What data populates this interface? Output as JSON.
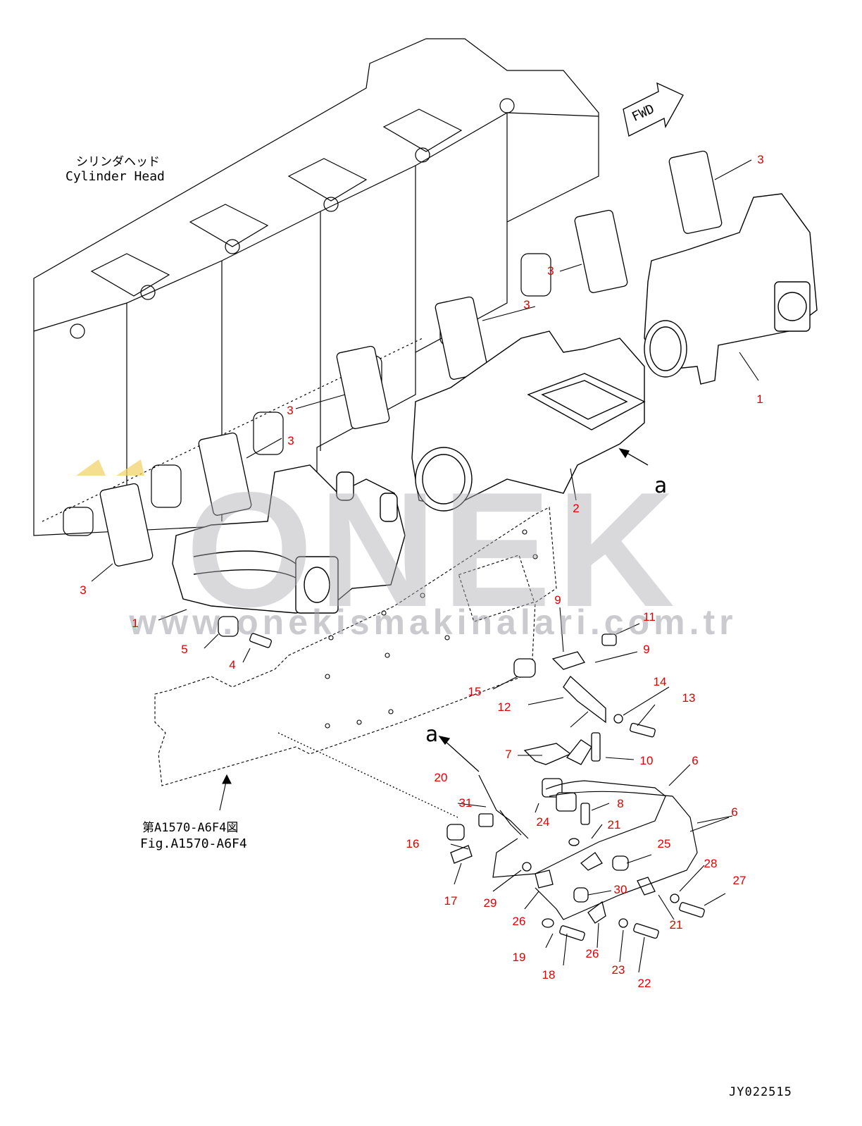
{
  "labels": {
    "cylinder_head_jp": "シリンダヘッド",
    "cylinder_head_en": "Cylinder Head",
    "fwd": "FWD",
    "ref_jp": "第A1570-A6F4図",
    "ref_en": "Fig.A1570-A6F4",
    "detail_a_top": "a",
    "detail_a_bottom": "a",
    "drawing_code": "JY022515"
  },
  "watermark": {
    "brand": "ONEK",
    "url": "www.onekismakinalari.com.tr",
    "color": "#a8a8b0",
    "accent": "#f3d36b"
  },
  "callout_color": "#e00000",
  "callouts": [
    "3",
    "3",
    "3",
    "3",
    "3",
    "3",
    "1",
    "1",
    "2",
    "4",
    "5",
    "6",
    "6",
    "7",
    "8",
    "9",
    "9",
    "10",
    "11",
    "12",
    "13",
    "14",
    "15",
    "16",
    "17",
    "18",
    "19",
    "20",
    "21",
    "21",
    "22",
    "23",
    "24",
    "25",
    "26",
    "26",
    "27",
    "28",
    "29",
    "30",
    "31"
  ]
}
